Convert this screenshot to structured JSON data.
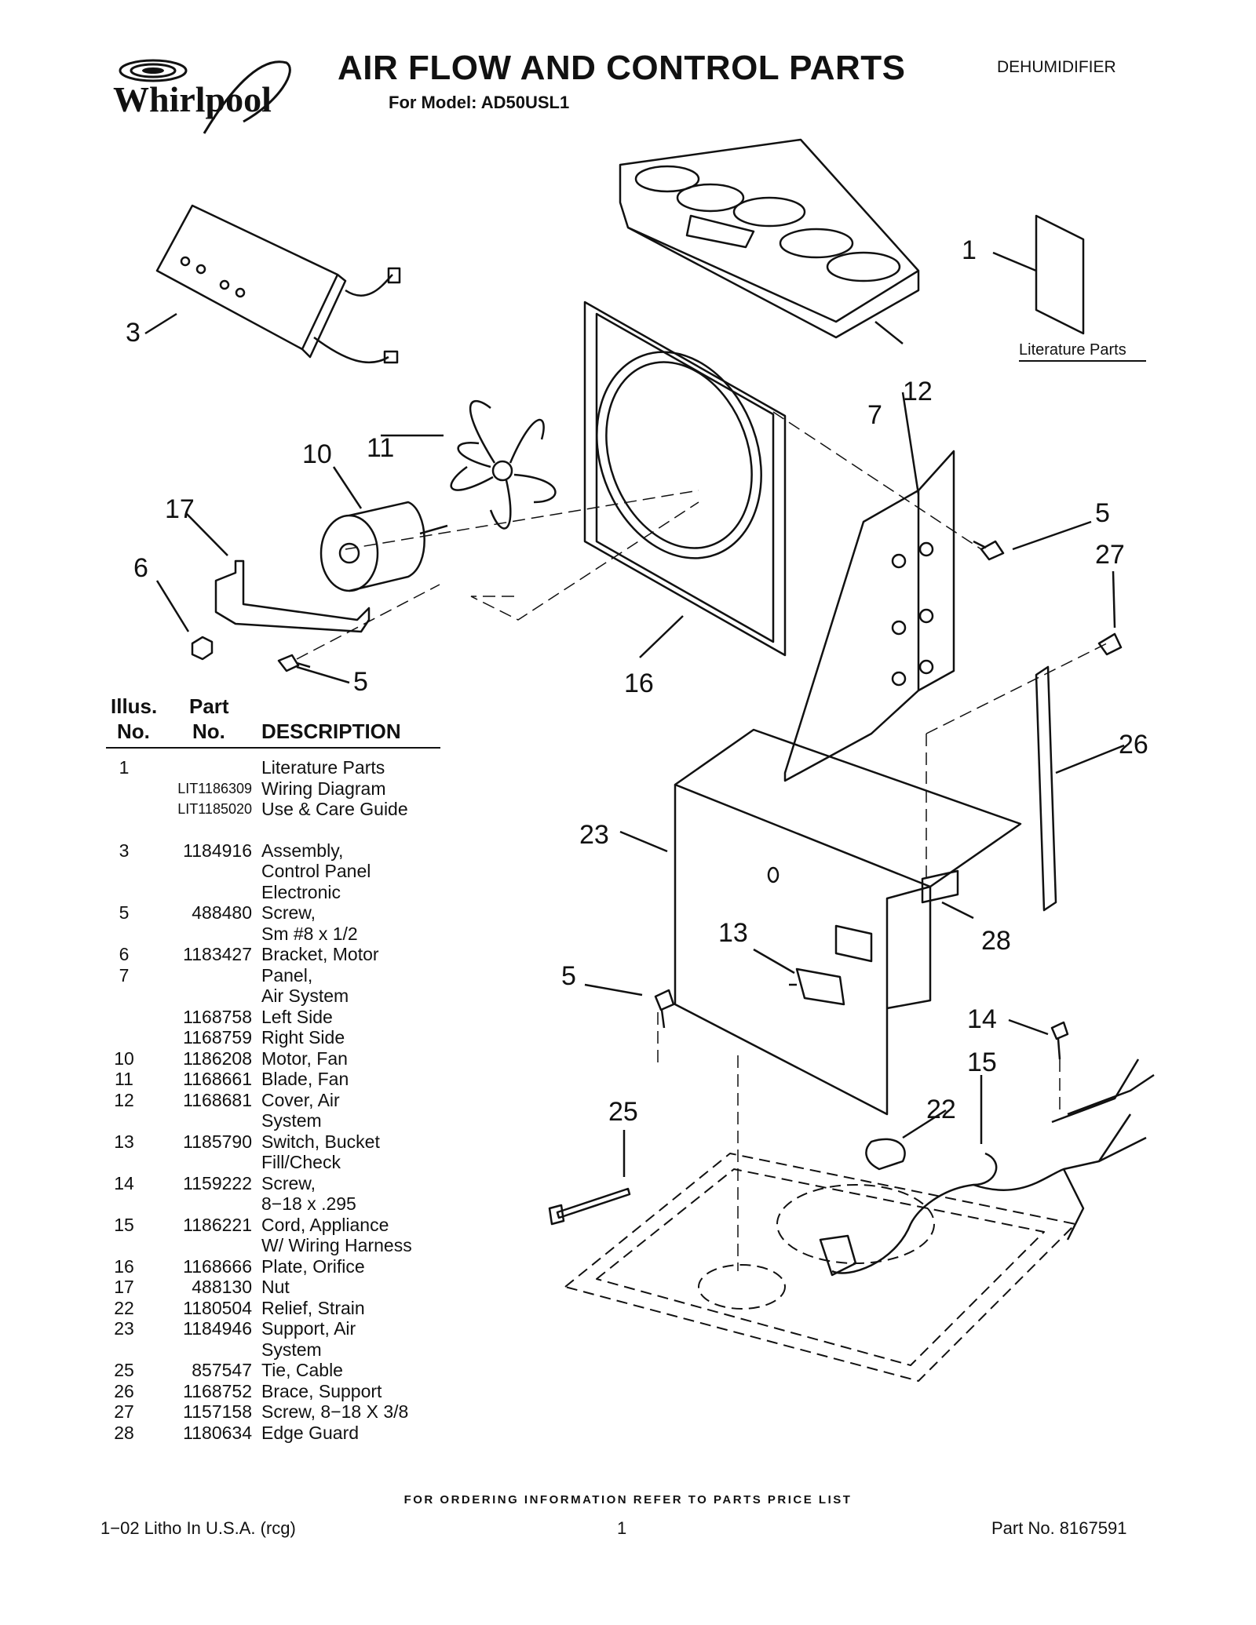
{
  "header": {
    "brand": "Whirlpool",
    "title": "AIR FLOW AND CONTROL PARTS",
    "subtitle": "For Model: AD50USL1",
    "category": "DEHUMIDIFIER"
  },
  "diagram": {
    "callouts": [
      "1",
      "3",
      "5",
      "5",
      "5",
      "6",
      "7",
      "10",
      "11",
      "12",
      "13",
      "14",
      "15",
      "16",
      "17",
      "22",
      "23",
      "25",
      "26",
      "27",
      "28"
    ],
    "literature_label": "Literature Parts"
  },
  "table": {
    "headers": {
      "illus_1": "Illus.",
      "illus_2": "No.",
      "part_1": "Part",
      "part_2": "No.",
      "description": "DESCRIPTION"
    },
    "rows": [
      {
        "illus": "1",
        "part": "",
        "desc": "Literature Parts"
      },
      {
        "illus": "",
        "part": "LIT1186309",
        "desc": "Wiring Diagram"
      },
      {
        "illus": "",
        "part": "LIT1185020",
        "desc": "Use & Care Guide"
      },
      {
        "illus": "3",
        "part": "1184916",
        "desc": "Assembly,"
      },
      {
        "illus": "",
        "part": "",
        "desc": "Control Panel"
      },
      {
        "illus": "",
        "part": "",
        "desc": "Electronic"
      },
      {
        "illus": "5",
        "part": "488480",
        "desc": "Screw,"
      },
      {
        "illus": "",
        "part": "",
        "desc": "Sm #8 x 1/2"
      },
      {
        "illus": "6",
        "part": "1183427",
        "desc": "Bracket, Motor"
      },
      {
        "illus": "7",
        "part": "",
        "desc": "Panel,"
      },
      {
        "illus": "",
        "part": "",
        "desc": "Air System"
      },
      {
        "illus": "",
        "part": "1168758",
        "desc": "Left Side"
      },
      {
        "illus": "",
        "part": "1168759",
        "desc": "Right Side"
      },
      {
        "illus": "10",
        "part": "1186208",
        "desc": "Motor, Fan"
      },
      {
        "illus": "11",
        "part": "1168661",
        "desc": "Blade, Fan"
      },
      {
        "illus": "12",
        "part": "1168681",
        "desc": "Cover, Air"
      },
      {
        "illus": "",
        "part": "",
        "desc": "System"
      },
      {
        "illus": "13",
        "part": "1185790",
        "desc": "Switch, Bucket"
      },
      {
        "illus": "",
        "part": "",
        "desc": "Fill/Check"
      },
      {
        "illus": "14",
        "part": "1159222",
        "desc": "Screw,"
      },
      {
        "illus": "",
        "part": "",
        "desc": "8−18 x .295"
      },
      {
        "illus": "15",
        "part": "1186221",
        "desc": "Cord, Appliance"
      },
      {
        "illus": "",
        "part": "",
        "desc": "W/ Wiring Harness"
      },
      {
        "illus": "16",
        "part": "1168666",
        "desc": "Plate, Orifice"
      },
      {
        "illus": "17",
        "part": "488130",
        "desc": "Nut"
      },
      {
        "illus": "22",
        "part": "1180504",
        "desc": "Relief, Strain"
      },
      {
        "illus": "23",
        "part": "1184946",
        "desc": "Support, Air"
      },
      {
        "illus": "",
        "part": "",
        "desc": "System"
      },
      {
        "illus": "25",
        "part": "857547",
        "desc": "Tie, Cable"
      },
      {
        "illus": "26",
        "part": "1168752",
        "desc": "Brace, Support"
      },
      {
        "illus": "27",
        "part": "1157158",
        "desc": "Screw, 8−18 X 3/8"
      },
      {
        "illus": "28",
        "part": "1180634",
        "desc": "Edge Guard"
      }
    ]
  },
  "footer": {
    "ordering_note": "FOR ORDERING INFORMATION REFER TO PARTS PRICE LIST",
    "litho": "1−02 Litho In U.S.A. (rcg)",
    "page": "1",
    "part_no": "Part No. 8167591"
  }
}
